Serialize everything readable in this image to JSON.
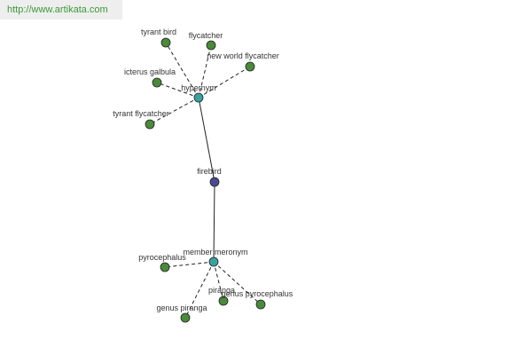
{
  "header": {
    "url": "http://www.artikata.com"
  },
  "graph": {
    "center": {
      "id": "firebird",
      "label": "firebird",
      "color": "#4a4a8e"
    },
    "hubs": [
      {
        "id": "hypernym",
        "label": "hypernym",
        "color": "#3aa0a0"
      },
      {
        "id": "member_meronym",
        "label": "member meronym",
        "color": "#3aa0a0"
      }
    ],
    "leaves": [
      {
        "id": "tyrant_bird",
        "label": "tyrant bird",
        "hub": "hypernym",
        "color": "#4a8a3a"
      },
      {
        "id": "flycatcher",
        "label": "flycatcher",
        "hub": "hypernym",
        "color": "#4a8a3a"
      },
      {
        "id": "new_world_flycatcher",
        "label": "new world flycatcher",
        "hub": "hypernym",
        "color": "#4a8a3a"
      },
      {
        "id": "icterus_galbula",
        "label": "icterus galbula",
        "hub": "hypernym",
        "color": "#4a8a3a"
      },
      {
        "id": "tyrant_flycatcher",
        "label": "tyrant flycatcher",
        "hub": "hypernym",
        "color": "#4a8a3a"
      },
      {
        "id": "pyrocephalus",
        "label": "pyrocephalus",
        "hub": "member_meronym",
        "color": "#4a8a3a"
      },
      {
        "id": "piranga",
        "label": "piranga",
        "hub": "member_meronym",
        "color": "#4a8a3a"
      },
      {
        "id": "genus_pyrocephalus",
        "label": "genus pyrocephalus",
        "hub": "member_meronym",
        "color": "#4a8a3a"
      },
      {
        "id": "genus_piranga",
        "label": "genus piranga",
        "hub": "member_meronym",
        "color": "#4a8a3a"
      }
    ]
  }
}
